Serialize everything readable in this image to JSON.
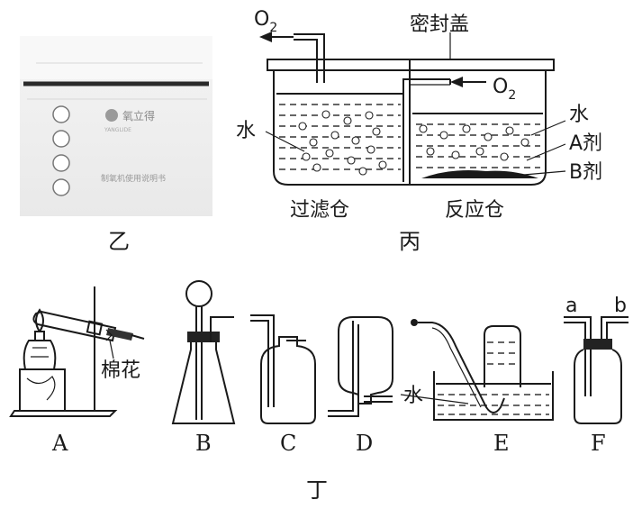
{
  "figure_yi": {
    "caption": "乙",
    "product_logo_text": "氧立得",
    "product_sub_text": "YANGLIDE",
    "product_small_text": "制氧机使用说明书"
  },
  "figure_bing": {
    "caption": "丙",
    "o2_out_label": "O",
    "o2_out_sub": "2",
    "o2_in_label": "O",
    "o2_in_sub": "2",
    "seal_label": "密封盖",
    "water_left_label": "水",
    "water_right_label": "水",
    "agent_a_label": "A剂",
    "agent_b_label": "B剂",
    "filter_label": "过滤仓",
    "reaction_label": "反应仓"
  },
  "figure_ding": {
    "caption": "丁",
    "cotton_label": "棉花",
    "water_label": "水",
    "port_a": "a",
    "port_b": "b",
    "apparatus": [
      {
        "id": "A",
        "label": "A"
      },
      {
        "id": "B",
        "label": "B"
      },
      {
        "id": "C",
        "label": "C"
      },
      {
        "id": "D",
        "label": "D"
      },
      {
        "id": "E",
        "label": "E"
      },
      {
        "id": "F",
        "label": "F"
      }
    ]
  }
}
